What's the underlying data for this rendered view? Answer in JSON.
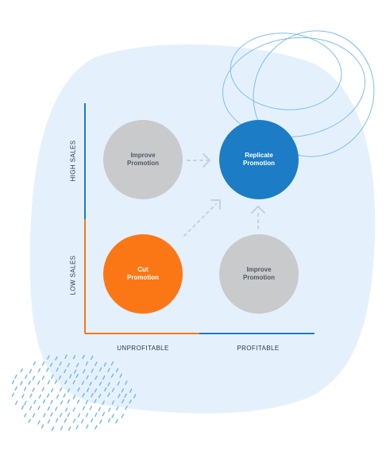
{
  "quadrants": {
    "top_left": {
      "line1": "Improve",
      "line2": "Promotion"
    },
    "top_right": {
      "line1": "Replicate",
      "line2": "Promotion"
    },
    "bottom_left": {
      "line1": "Cut",
      "line2": "Promotion"
    },
    "bottom_right": {
      "line1": "Improve",
      "line2": "Promotion"
    }
  },
  "axes": {
    "y_high": "HIGH SALES",
    "y_low": "LOW SALES",
    "x_left": "UNPROFITABLE",
    "x_right": "PROFITABLE"
  },
  "colors": {
    "backdrop": "#e4f1fd",
    "blue": "#1c7cc5",
    "orange": "#fb7716",
    "gray": "#c9cacc",
    "arrow": "#c3d2de",
    "dots": "#6fb6ea"
  }
}
